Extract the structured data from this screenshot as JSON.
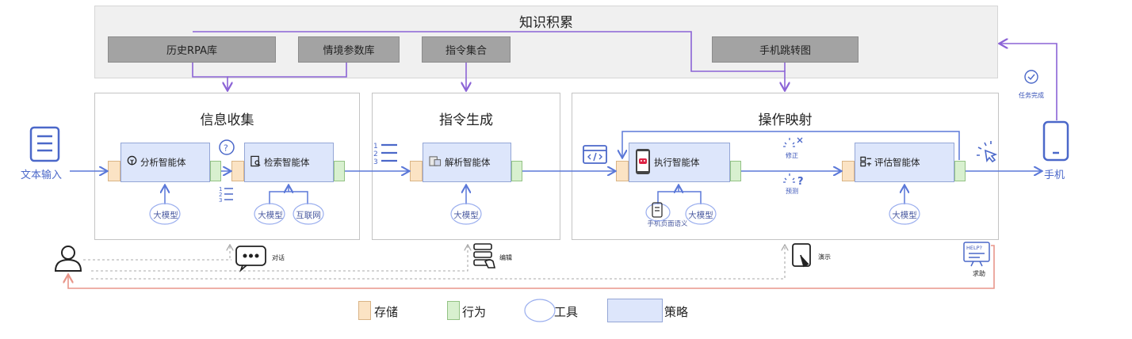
{
  "knowledge": {
    "title": "知识积累",
    "libs": [
      "历史RPA库",
      "情境参数库",
      "指令集合",
      "手机跳转图"
    ]
  },
  "sections": {
    "info": "信息收集",
    "instr": "指令生成",
    "op": "操作映射"
  },
  "agents": {
    "analyze": "分析智能体",
    "search": "检索智能体",
    "parse": "解析智能体",
    "execute": "执行智能体",
    "evaluate": "评估智能体"
  },
  "tools": {
    "llm": "大模型",
    "internet": "互联网",
    "page_semantics": "手机页面语义"
  },
  "labels": {
    "text_input": "文本输入",
    "phone": "手机",
    "task_done": "任务完成",
    "fix": "修正",
    "predict": "预测",
    "dialog": "对话",
    "edit": "编辑",
    "demo": "演示",
    "help": "求助",
    "help_badge": "HELP?"
  },
  "legend": [
    "存储",
    "行为",
    "工具",
    "策略"
  ],
  "colors": {
    "purple": "#8b63d6",
    "blue": "#5b78d8",
    "salmon": "#e8968a",
    "storage": "#fbe3c4",
    "action": "#d8f0cf",
    "strategy": "#dde6fb"
  }
}
